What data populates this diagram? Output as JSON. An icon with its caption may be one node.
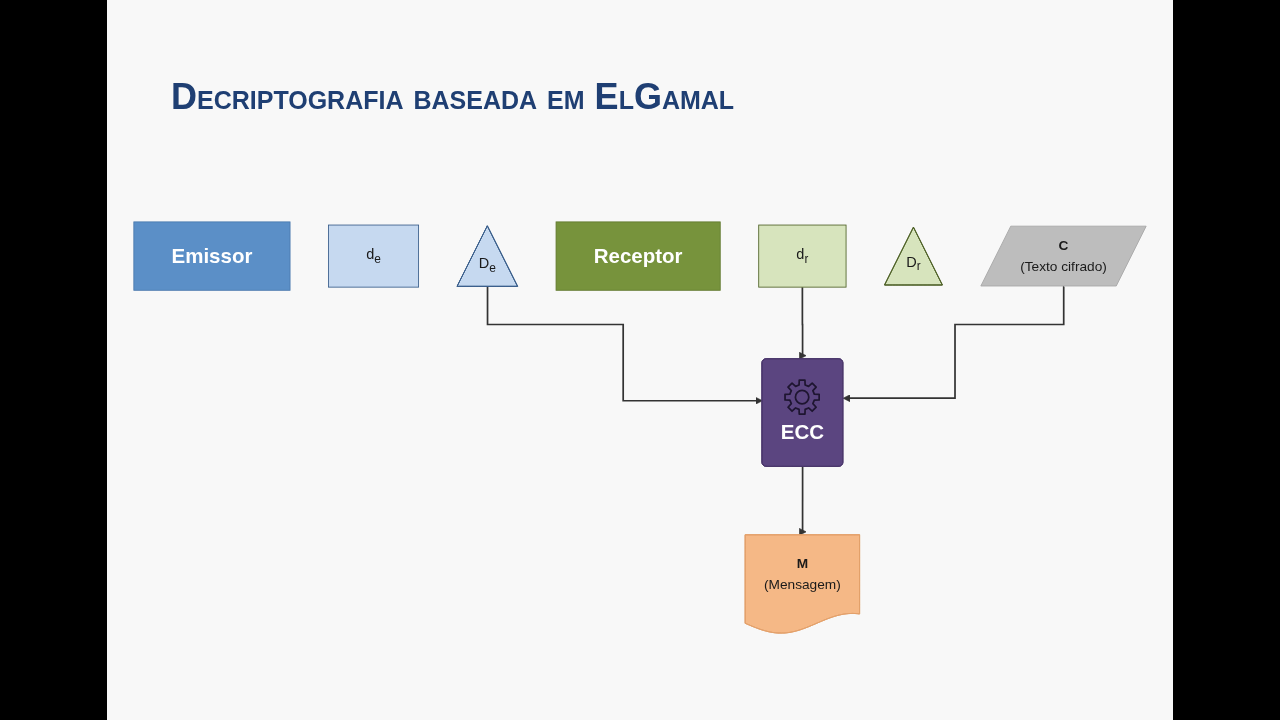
{
  "diagram": {
    "title": "Decriptografia baseada em ElGamal",
    "nodes": [
      {
        "text": [
          "Emissor"
        ]
      },
      {
        "text": [
          "d$_{e}$"
        ]
      },
      {
        "text": [
          "D$_{e}$"
        ]
      },
      {
        "text": [
          "Receptor"
        ]
      },
      {
        "text": [
          "d$_{r}$"
        ]
      },
      {
        "text": [
          "D$_{r}$"
        ]
      },
      {
        "text": [
          "C",
          "(Texto cifrado)"
        ]
      },
      {
        "text": [
          "ECC"
        ]
      },
      {
        "text": [
          "M",
          "(Mensagem)"
        ]
      }
    ],
    "edges": [
      {
        "from": 2,
        "to": 7,
        "arrow": "to"
      },
      {
        "from": 4,
        "to": 7,
        "arrow": "to"
      },
      {
        "from": 6,
        "to": 7,
        "arrow": "to"
      },
      {
        "from": 7,
        "to": 8,
        "arrow": "to"
      }
    ]
  }
}
